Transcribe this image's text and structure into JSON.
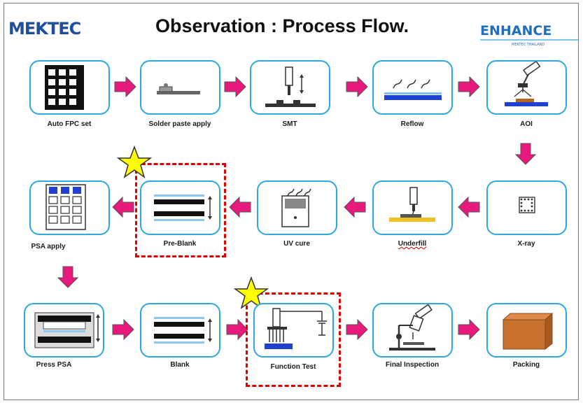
{
  "header": {
    "logo_left": "MEKTEC",
    "title": "Observation : Process Flow.",
    "logo_right": "ENHANCE",
    "logo_right_sub": "MEKTEC THAILAND"
  },
  "steps": [
    {
      "label": "Auto FPC set",
      "icon": "fpc-grid-icon"
    },
    {
      "label": "Solder paste apply",
      "icon": "solder-paste-icon"
    },
    {
      "label": "SMT",
      "icon": "smt-nozzle-icon"
    },
    {
      "label": "Reflow",
      "icon": "reflow-heat-icon"
    },
    {
      "label": "AOI",
      "icon": "aoi-camera-icon"
    },
    {
      "label": "X-ray",
      "icon": "x-ray-chip-icon"
    },
    {
      "label": "Underfill",
      "icon": "underfill-dispenser-icon"
    },
    {
      "label": "UV cure",
      "icon": "uv-cure-oven-icon"
    },
    {
      "label": "Pre-Blank",
      "icon": "pre-blank-layers-icon"
    },
    {
      "label": "PSA apply",
      "icon": "psa-grid-icon"
    },
    {
      "label": "Press PSA",
      "icon": "press-psa-icon"
    },
    {
      "label": "Blank",
      "icon": "blank-layers-icon"
    },
    {
      "label": "Function Test",
      "icon": "function-test-probe-icon"
    },
    {
      "label": "Final Inspection",
      "icon": "microscope-icon"
    },
    {
      "label": "Packing",
      "icon": "packing-box-icon"
    }
  ],
  "colors": {
    "box_border": "#2ea8e0",
    "arrow_fill": "#e8197d",
    "highlight_dash": "#e00000",
    "star_fill": "#ffff00"
  }
}
